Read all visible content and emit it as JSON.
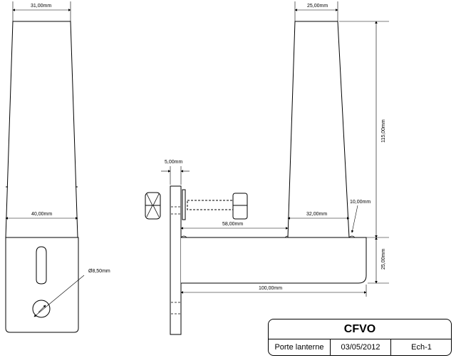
{
  "dimensions": {
    "top_width_left": "31,00mm",
    "base_width_left": "40,00mm",
    "hole_diameter": "Ø8,50mm",
    "plate_thickness": "5,00mm",
    "bolt_span": "58,00mm",
    "top_width_right": "25,00mm",
    "height": "115,00mm",
    "base_width_right": "32,00mm",
    "fillet": "10,00mm",
    "base_height": "25,00mm",
    "base_length": "100,00mm"
  },
  "title_block": {
    "title": "CFVO",
    "part_name": "Porte lanterne",
    "date": "03/05/2012",
    "scale": "Ech-1"
  }
}
